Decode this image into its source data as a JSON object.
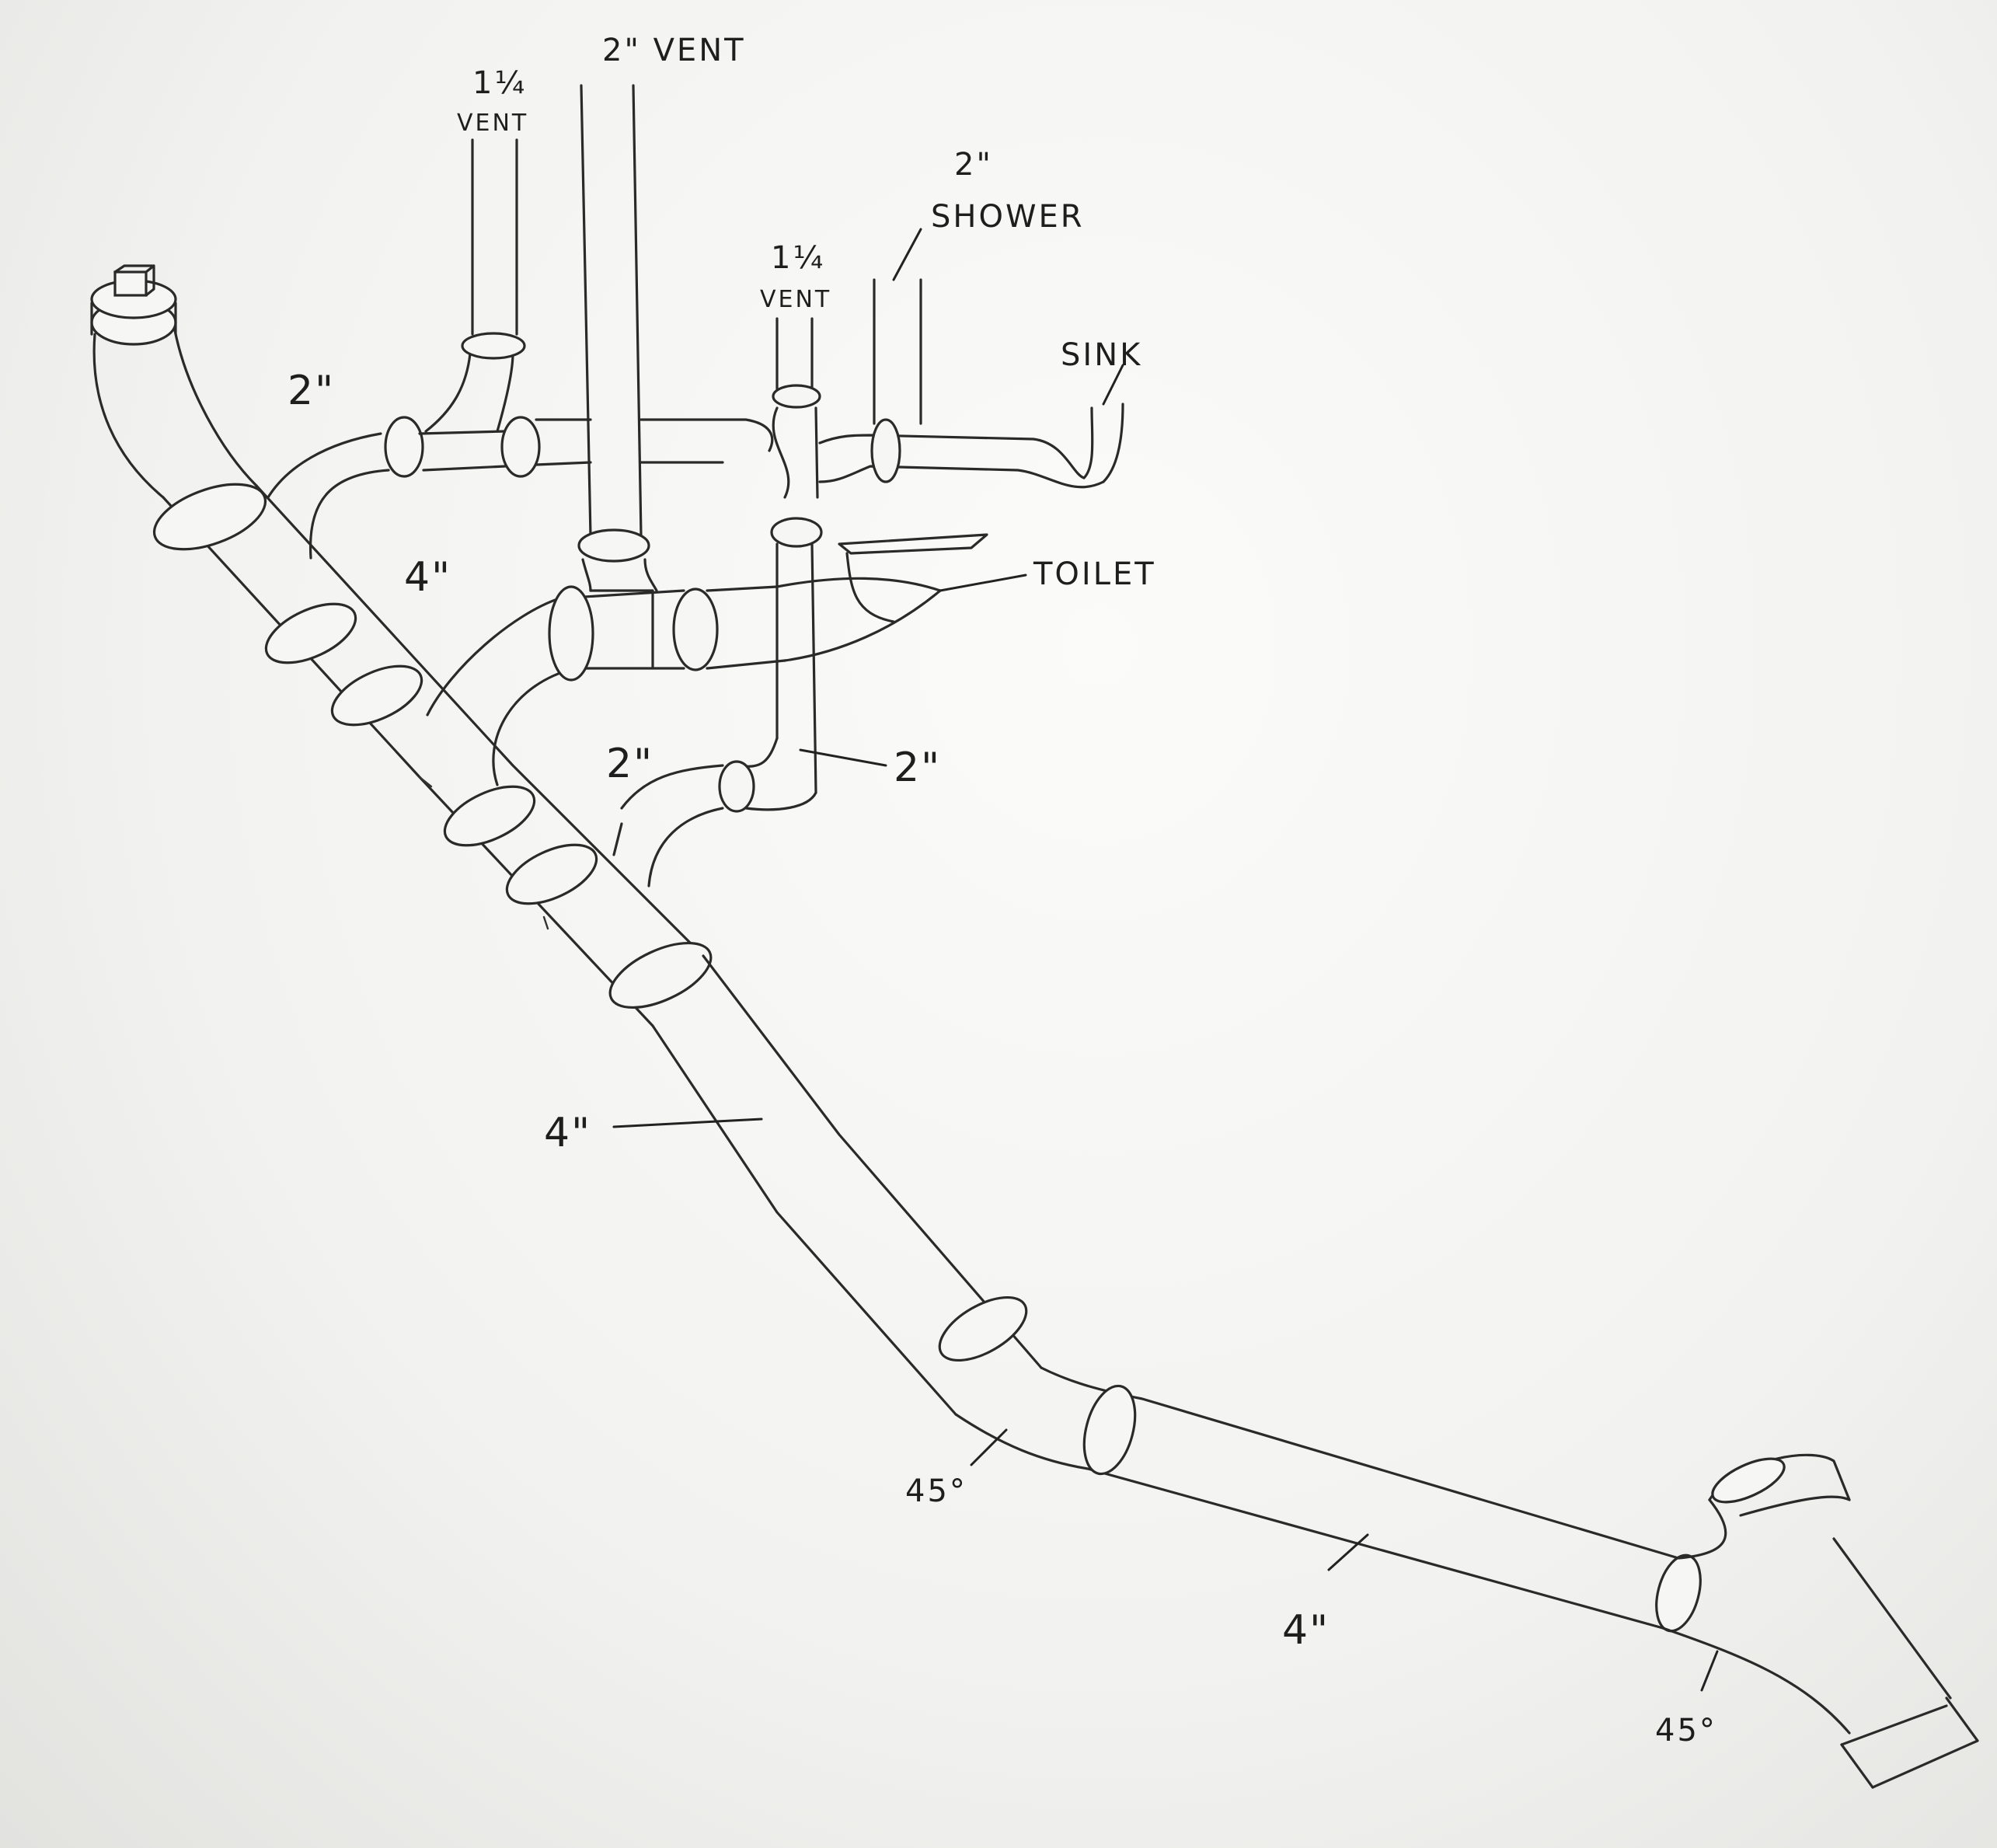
{
  "labels": {
    "vent_quarter_left_size": "1¼",
    "vent_quarter_left_word": "VENT",
    "vent_2in": "2\" VENT",
    "shower_size": "2\"",
    "shower_word": "SHOWER",
    "vent_quarter_right_size": "1¼",
    "vent_quarter_right_word": "VENT",
    "sink": "SINK",
    "toilet": "TOILET",
    "branch_upper_2in": "2\"",
    "main_upper_4in": "4\"",
    "branch_lower_2in": "2\"",
    "vent_drop_2in": "2\"",
    "main_run_4in": "4\"",
    "elbow_45_upper": "45°",
    "main_lower_4in": "4\"",
    "wye_45_lower": "45°"
  },
  "colors": {
    "ink": "#2a2a2a",
    "paper": "#f6f6f4"
  }
}
